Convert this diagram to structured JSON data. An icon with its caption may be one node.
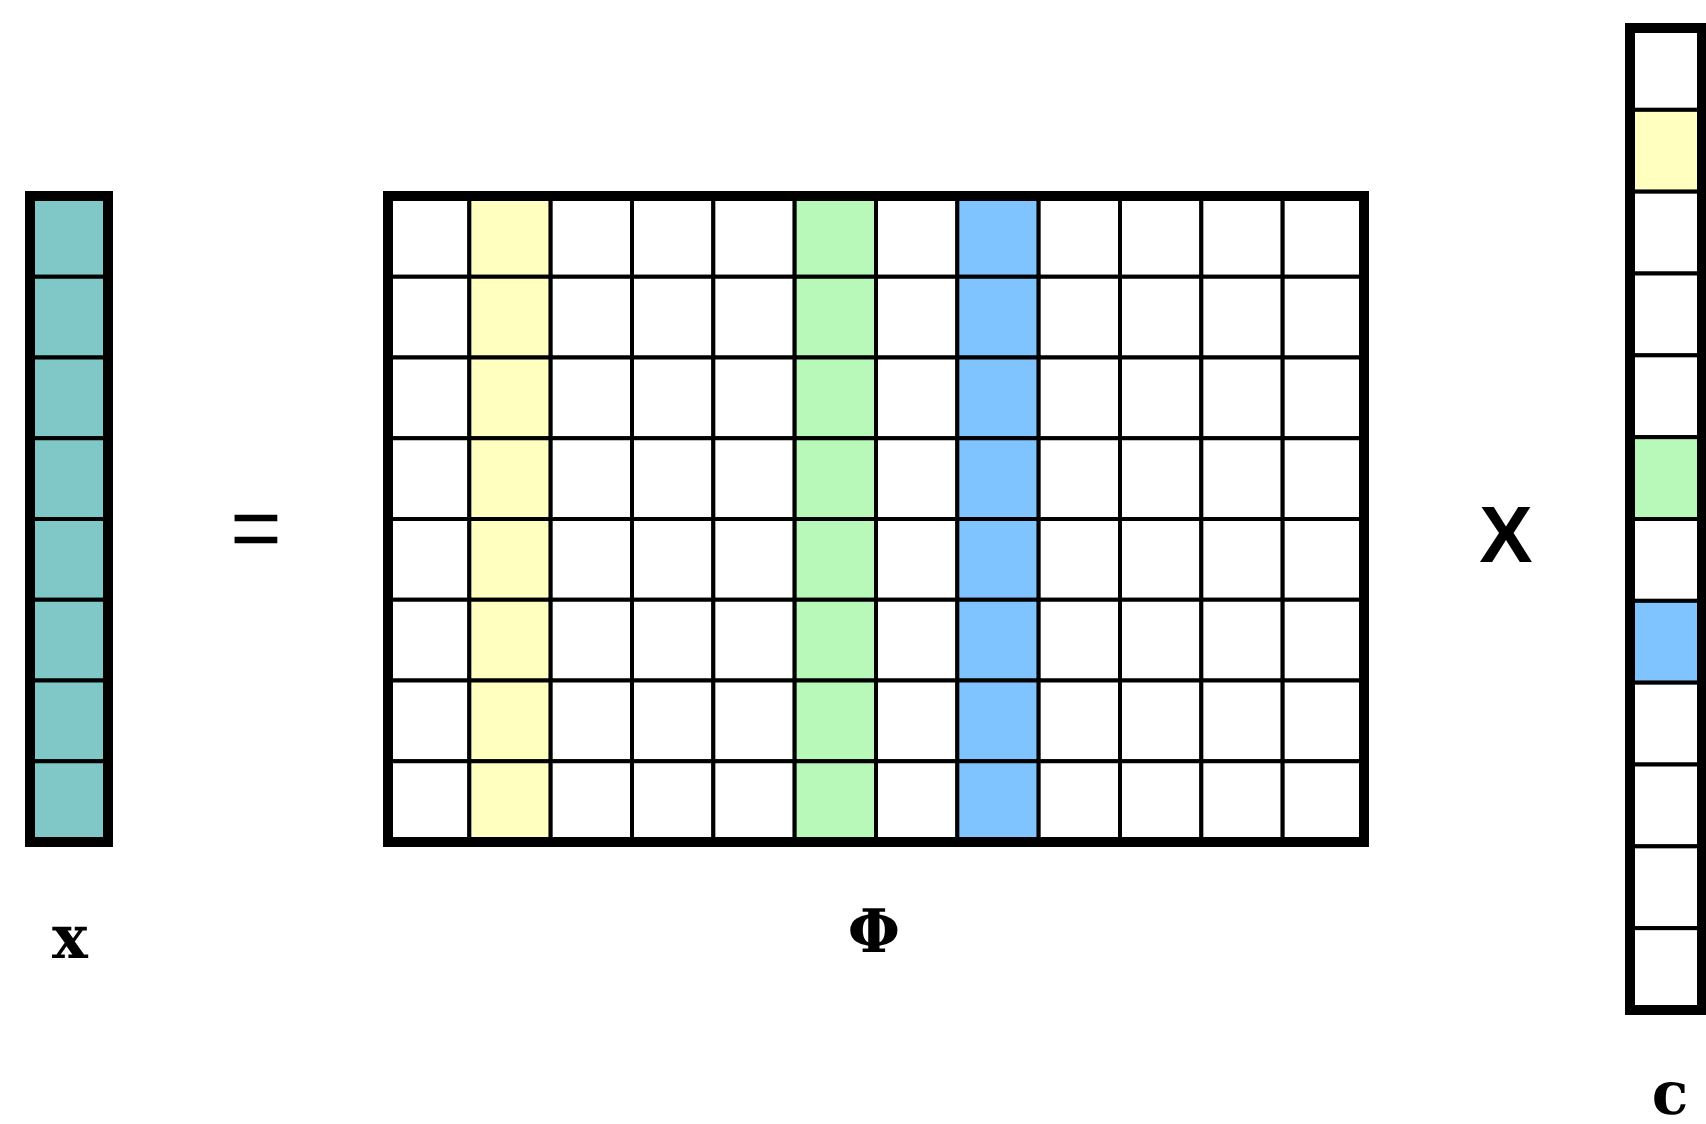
{
  "diagram": {
    "labels": [
      "=",
      "X",
      "x",
      "Φ",
      "c"
    ]
  }
}
